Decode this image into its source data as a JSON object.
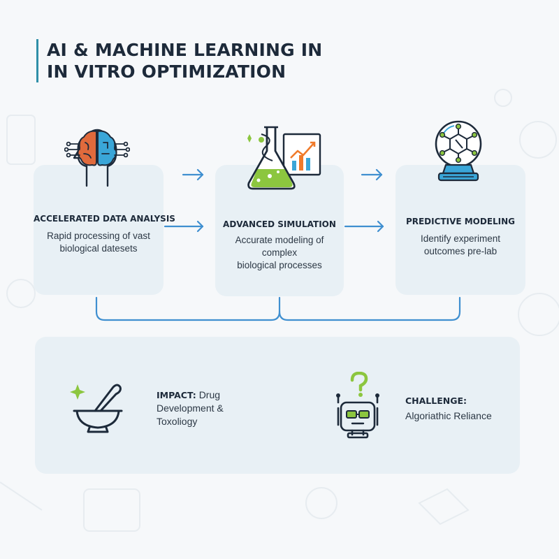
{
  "title": {
    "line1": "AI & MACHINE LEARNING IN",
    "line2": "IN VITRO OPTIMIZATION"
  },
  "cards": [
    {
      "title": "ACCELERATED DATA ANALYSIS",
      "desc_lines": [
        "Rapid processing of vast",
        "biological datesets"
      ],
      "icon": "brain-circuit-icon"
    },
    {
      "title": "ADVANCED SIMULATION",
      "desc_lines": [
        "Accurate modeling of",
        "complex",
        "biological processes"
      ],
      "icon": "flask-chart-icon"
    },
    {
      "title": "PREDICTIVE MODELING",
      "desc_lines": [
        "Identify experiment",
        "outcomes pre-lab"
      ],
      "icon": "crystal-ball-molecule-icon"
    }
  ],
  "impact": {
    "label": "IMPACT:",
    "text_first": "Drug",
    "text_lines": [
      "Development &",
      "Toxoliogy"
    ],
    "icon": "mortar-pestle-icon"
  },
  "challenge": {
    "label": "CHALLENGE:",
    "text": "Algoriathic Reliance",
    "icon": "robot-question-icon"
  },
  "colors": {
    "accent": "#2f8fa8",
    "arrow": "#3f8fd0",
    "card_bg": "#e8f0f5",
    "brain_orange": "#e06a3c",
    "brain_blue": "#3aa6d8",
    "liquid_green": "#8cc63f",
    "chart_orange": "#f07a2a",
    "dark_navy": "#1d2a3a"
  }
}
